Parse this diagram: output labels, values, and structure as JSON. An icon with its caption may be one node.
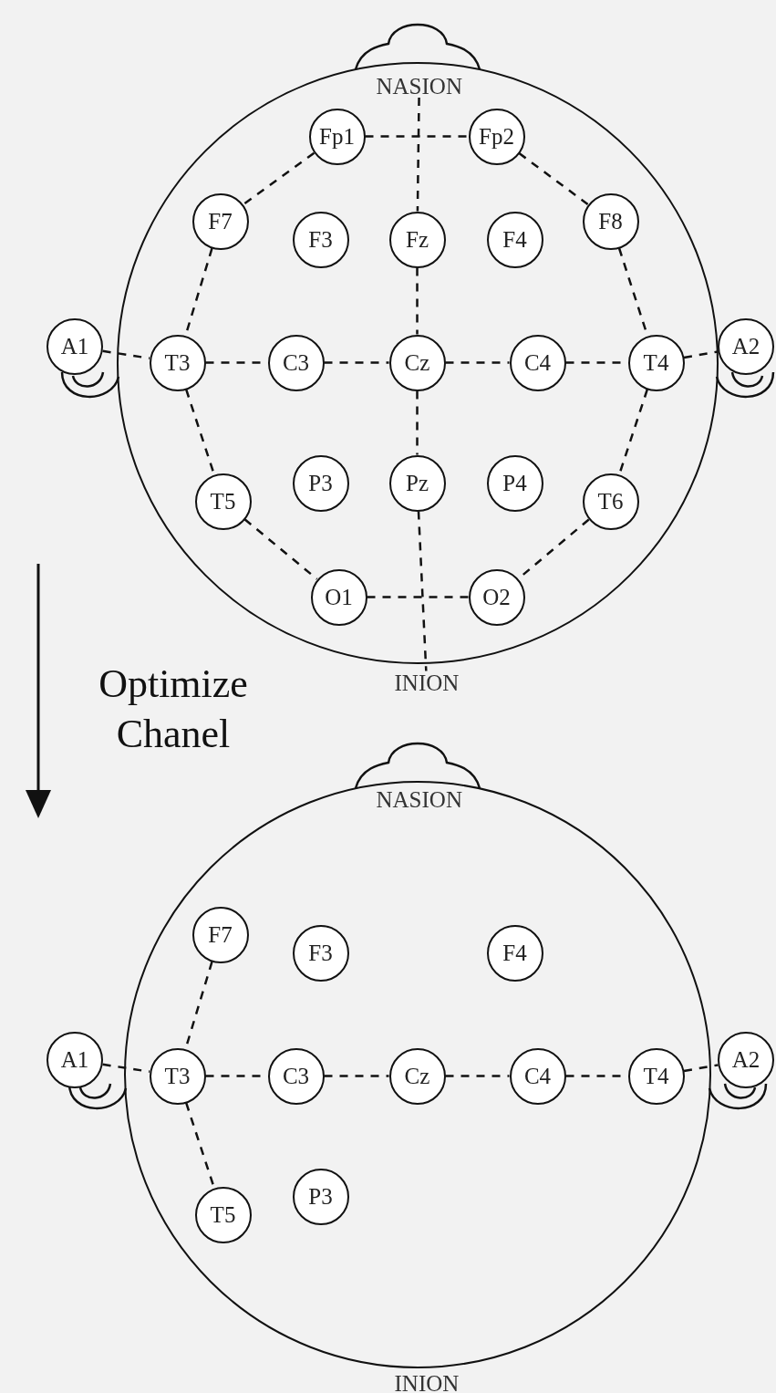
{
  "diagram": {
    "nodes": [
      {
        "text": [],
        "shape": "circle"
      },
      {
        "text": [
          "NASION"
        ],
        "in": 0
      },
      {
        "text": [
          "Fp1"
        ],
        "in": 0
      },
      {
        "text": [
          "Fp2"
        ],
        "in": 0
      },
      {
        "text": [
          "F7"
        ],
        "in": 0
      },
      {
        "text": [
          "F3"
        ],
        "in": 0
      },
      {
        "text": [
          "Fz"
        ],
        "in": 0
      },
      {
        "text": [
          "F4"
        ],
        "in": 0
      },
      {
        "text": [
          "F8"
        ],
        "in": 0
      },
      {
        "text": [
          "A1"
        ]
      },
      {
        "text": [
          "T3"
        ],
        "in": 0
      },
      {
        "text": [
          "C3"
        ],
        "in": 0
      },
      {
        "text": [
          "Cz"
        ],
        "in": 0
      },
      {
        "text": [
          "C4"
        ],
        "in": 0
      },
      {
        "text": [
          "T4"
        ],
        "in": 0
      },
      {
        "text": [
          "A2"
        ]
      },
      {
        "text": [
          "T5"
        ],
        "in": 0
      },
      {
        "text": [
          "P3"
        ],
        "in": 0
      },
      {
        "text": [
          "Pz"
        ],
        "in": 0
      },
      {
        "text": [
          "P4"
        ],
        "in": 0
      },
      {
        "text": [
          "T6"
        ],
        "in": 0
      },
      {
        "text": [
          "O1"
        ],
        "in": 0
      },
      {
        "text": [
          "O2"
        ],
        "in": 0
      },
      {
        "text": [
          "INION"
        ]
      },
      {
        "text": [],
        "shape": "circle"
      },
      {
        "text": [
          "NASION"
        ],
        "in": 24
      },
      {
        "text": [
          "F7"
        ],
        "in": 24
      },
      {
        "text": [
          "F3"
        ],
        "in": 24
      },
      {
        "text": [
          "F4"
        ],
        "in": 24
      },
      {
        "text": [
          "A1"
        ]
      },
      {
        "text": [
          "T3"
        ],
        "in": 24
      },
      {
        "text": [
          "C3"
        ],
        "in": 24
      },
      {
        "text": [
          "Cz"
        ],
        "in": 24
      },
      {
        "text": [
          "C4"
        ],
        "in": 24
      },
      {
        "text": [
          "T4"
        ],
        "in": 24
      },
      {
        "text": [
          "A2"
        ]
      },
      {
        "text": [
          "T5"
        ],
        "in": 24
      },
      {
        "text": [
          "P3"
        ],
        "in": 24
      },
      {
        "text": [
          "INION"
        ]
      }
    ],
    "edges": [
      {
        "from": 2,
        "to": 3,
        "arrow": "none",
        "style": "dashed"
      },
      {
        "from": 2,
        "to": 4,
        "arrow": "none",
        "style": "dashed"
      },
      {
        "from": 4,
        "to": 10,
        "arrow": "none",
        "style": "dashed"
      },
      {
        "from": 10,
        "to": 16,
        "arrow": "none",
        "style": "dashed"
      },
      {
        "from": 16,
        "to": 21,
        "arrow": "none",
        "style": "dashed"
      },
      {
        "from": 21,
        "to": 22,
        "arrow": "none",
        "style": "dashed"
      },
      {
        "from": 3,
        "to": 8,
        "arrow": "none",
        "style": "dashed"
      },
      {
        "from": 8,
        "to": 14,
        "arrow": "none",
        "style": "dashed"
      },
      {
        "from": 14,
        "to": 20,
        "arrow": "none",
        "style": "dashed"
      },
      {
        "from": 20,
        "to": 22,
        "arrow": "none",
        "style": "dashed"
      },
      {
        "from": 1,
        "to": 6,
        "arrow": "none",
        "style": "dashed"
      },
      {
        "from": 6,
        "to": 12,
        "arrow": "none",
        "style": "dashed"
      },
      {
        "from": 12,
        "to": 18,
        "arrow": "none",
        "style": "dashed"
      },
      {
        "from": 18,
        "to": 23,
        "arrow": "none",
        "style": "dashed"
      },
      {
        "from": 9,
        "to": 10,
        "arrow": "none",
        "style": "dashed"
      },
      {
        "from": 10,
        "to": 11,
        "arrow": "none",
        "style": "dashed"
      },
      {
        "from": 11,
        "to": 12,
        "arrow": "none",
        "style": "dashed"
      },
      {
        "from": 12,
        "to": 13,
        "arrow": "none",
        "style": "dashed"
      },
      {
        "from": 13,
        "to": 14,
        "arrow": "none",
        "style": "dashed"
      },
      {
        "from": 14,
        "to": 15,
        "arrow": "none",
        "style": "dashed"
      },
      {
        "from": 26,
        "to": 30,
        "arrow": "none",
        "style": "dashed"
      },
      {
        "from": 30,
        "to": 36,
        "arrow": "none",
        "style": "dashed"
      },
      {
        "from": 29,
        "to": 30,
        "arrow": "none",
        "style": "dashed"
      },
      {
        "from": 30,
        "to": 31,
        "arrow": "none",
        "style": "dashed"
      },
      {
        "from": 31,
        "to": 32,
        "arrow": "none",
        "style": "dashed"
      },
      {
        "from": 32,
        "to": 33,
        "arrow": "none",
        "style": "dashed"
      },
      {
        "from": 33,
        "to": 34,
        "arrow": "none",
        "style": "dashed"
      },
      {
        "from": 34,
        "to": 35,
        "arrow": "none",
        "style": "dashed"
      }
    ],
    "labels": [
      "Optimize Chanel"
    ]
  }
}
